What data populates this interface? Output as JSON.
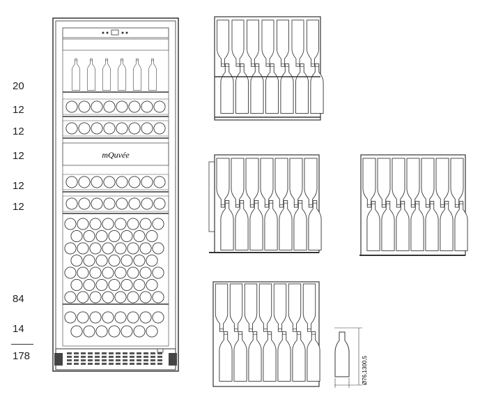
{
  "shelf_counts": [
    "20",
    "12",
    "12",
    "12",
    "12",
    "12",
    "84",
    "14"
  ],
  "total": "178",
  "brand": "mQuvée",
  "bottle_height": "300,5",
  "bottle_diameter": "Ø76,1"
}
